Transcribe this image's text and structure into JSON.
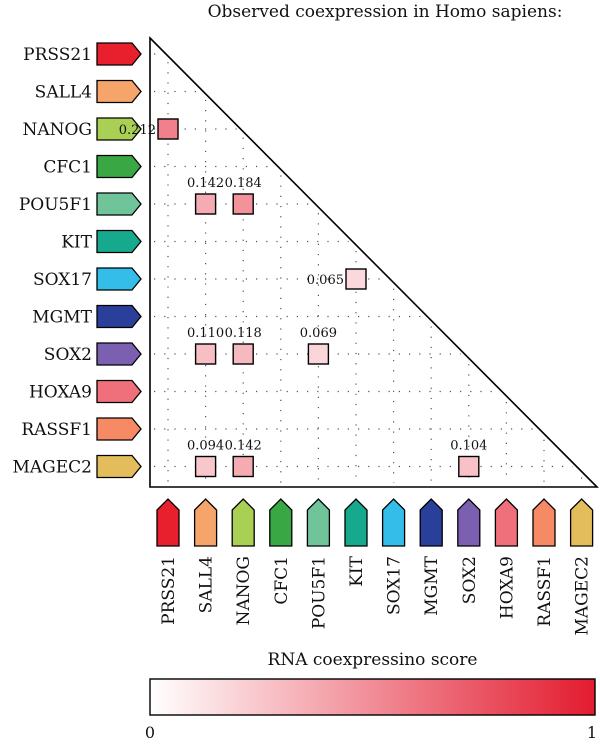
{
  "chart_data": {
    "type": "heatmap",
    "title": "Observed coexpression in Homo sapiens:",
    "genes": [
      "PRSS21",
      "SALL4",
      "NANOG",
      "CFC1",
      "POU5F1",
      "KIT",
      "SOX17",
      "MGMT",
      "SOX2",
      "HOXA9",
      "RASSF1",
      "MAGEC2"
    ],
    "colors": {
      "PRSS21": "#e8202e",
      "SALL4": "#f5a46a",
      "NANOG": "#a9cf54",
      "CFC1": "#3aa745",
      "POU5F1": "#6fc49a",
      "KIT": "#16a98e",
      "SOX17": "#34bde8",
      "MGMT": "#2a3f9a",
      "SOX2": "#7b5fb0",
      "HOXA9": "#ef6f7a",
      "RASSF1": "#f68a64",
      "MAGEC2": "#e3bd5c"
    },
    "cells": [
      {
        "row": "NANOG",
        "col": "PRSS21",
        "value": 0.212
      },
      {
        "row": "POU5F1",
        "col": "SALL4",
        "value": 0.142
      },
      {
        "row": "POU5F1",
        "col": "NANOG",
        "value": 0.184
      },
      {
        "row": "SOX17",
        "col": "KIT",
        "value": 0.065
      },
      {
        "row": "SOX2",
        "col": "SALL4",
        "value": 0.11
      },
      {
        "row": "SOX2",
        "col": "NANOG",
        "value": 0.118
      },
      {
        "row": "SOX2",
        "col": "POU5F1",
        "value": 0.069
      },
      {
        "row": "MAGEC2",
        "col": "SALL4",
        "value": 0.094
      },
      {
        "row": "MAGEC2",
        "col": "NANOG",
        "value": 0.142
      },
      {
        "row": "MAGEC2",
        "col": "SOX2",
        "value": 0.104
      }
    ],
    "cell_labels": [
      "0.212",
      "0.142",
      "0.184",
      "0.065",
      "0.110",
      "0.118",
      "0.069",
      "0.094",
      "0.142",
      "0.104"
    ],
    "colorbar": {
      "label": "RNA coexpressino score",
      "min_label": "0",
      "max_label": "1",
      "range": [
        0,
        1
      ],
      "color_low": "#ffffff",
      "color_high": "#e31b2f"
    }
  }
}
